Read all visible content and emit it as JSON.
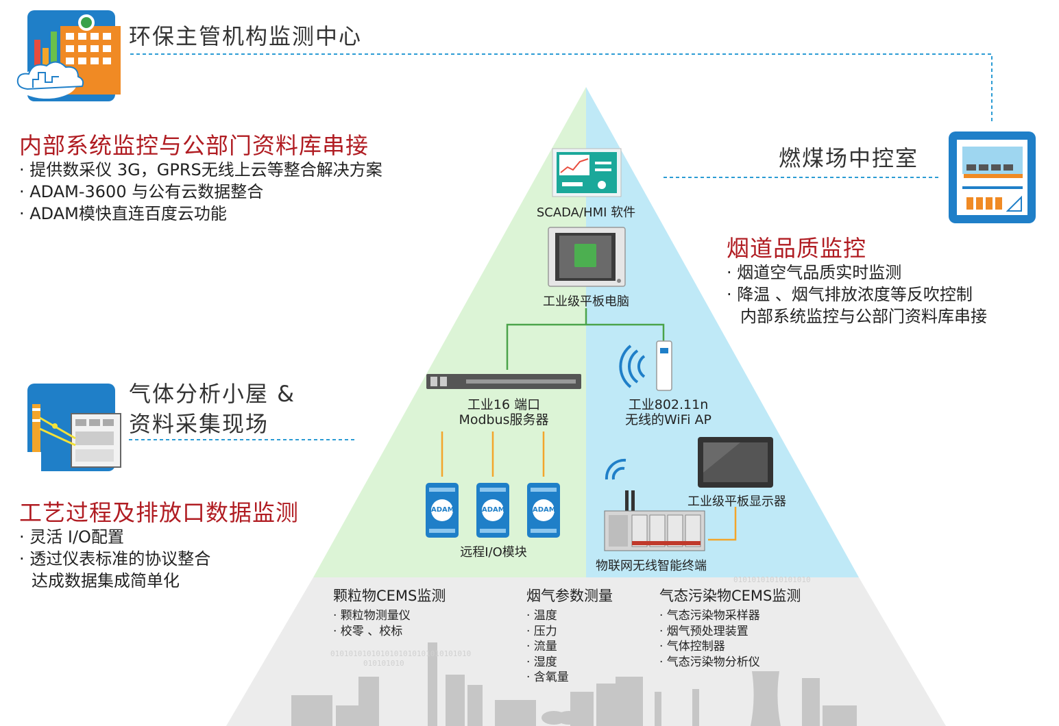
{
  "headings": {
    "epa_center": "环保主管机构监测中心",
    "control_room": "燃煤场中控室",
    "gas_hut_line1": "气体分析小屋 &",
    "gas_hut_line2": "资料采集现场"
  },
  "left_top": {
    "title": "内部系统监控与公部门资料库串接",
    "items": [
      "· 提供数采仪 3G，GPRS无线上云等整合解决方案",
      "· ADAM-3600 与公有云数据整合",
      "· ADAM模快直连百度云功能"
    ]
  },
  "right_top": {
    "title": "烟道品质监控",
    "items": [
      "· 烟道空气品质实时监测",
      "· 降温 、烟气排放浓度等反吹控制",
      "内部系统监控与公部门资料库串接"
    ]
  },
  "left_bottom": {
    "title": "工艺过程及排放口数据监测",
    "items": [
      "· 灵活 I/O配置",
      "· 透过仪表标准的协议整合",
      "达成数据集成简单化"
    ]
  },
  "devices": {
    "scada": "SCADA/HMI 软件",
    "tablet_pc": "工业级平板电脑",
    "modbus_line1": "工业16 端口",
    "modbus_line2": "Modbus服务器",
    "wifi_line1": "工业802.11n",
    "wifi_line2": "无线的WiFi AP",
    "io_module": "远程I/O模块",
    "adam_badge": "ADAM",
    "display": "工业级平板显示器",
    "iot_terminal": "物联网无线智能终端"
  },
  "base": {
    "particulate": {
      "title": "颗粒物CEMS监测",
      "items": [
        "· 颗粒物测量仪",
        "· 校零 、校标"
      ]
    },
    "flue_params": {
      "title": "烟气参数测量",
      "items": [
        "· 温度",
        "· 压力",
        "· 流量",
        "· 湿度",
        "· 含氧量"
      ]
    },
    "gas_pollutant": {
      "title": "气态污染物CEMS监测",
      "items": [
        "· 气态污染物采样器",
        "· 烟气预处理装置",
        "· 气体控制器",
        "· 气态污染物分析仪"
      ]
    }
  },
  "colors": {
    "title_red": "#b01c22",
    "pyramid_green": "#dcf4d6",
    "pyramid_blue": "#bfe9f7",
    "base_gray": "#ececec",
    "dash_blue": "#2a9bd4",
    "icon_blue": "#1f7fc8",
    "line_green": "#4aa34a",
    "line_orange": "#f3a52b"
  }
}
